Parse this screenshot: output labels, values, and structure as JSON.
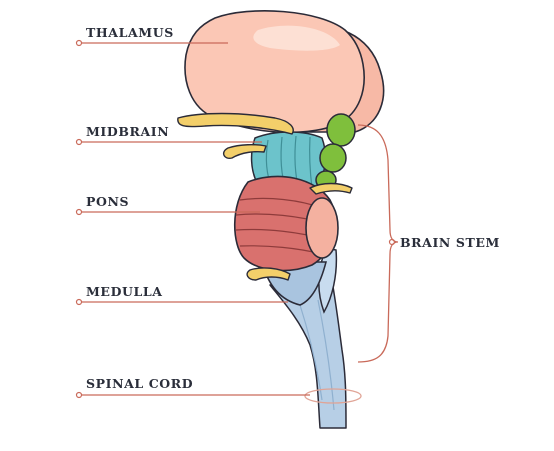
{
  "labels": {
    "thalamus": "THALAMUS",
    "midbrain": "MIDBRAIN",
    "pons": "PONS",
    "medulla": "MEDULLA",
    "spinal_cord": "SPINAL CORD",
    "brain_stem": "BRAIN STEM"
  },
  "colors": {
    "leader_line": "#c96a5a",
    "outline": "#2b2b38",
    "thalamus": "#f7b9a6",
    "midbrain": "#6cc3cb",
    "pons": "#d9716e",
    "medulla": "#b7cfe6",
    "nerves": "#f3cf6a",
    "green_bodies": "#7fbf3c"
  }
}
